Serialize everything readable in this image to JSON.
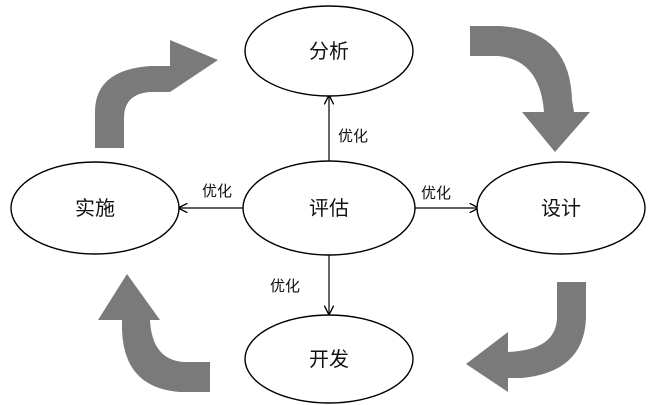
{
  "nodes": {
    "analysis": "分析",
    "design": "设计",
    "evaluate": "评估",
    "implement": "实施",
    "develop": "开发"
  },
  "edge_labels": {
    "to_analysis": "优化",
    "to_design": "优化",
    "to_implement": "优化",
    "to_develop": "优化"
  },
  "colors": {
    "cycle_arrow": "#7a7a7a",
    "stroke": "#000000",
    "background": "#ffffff"
  }
}
